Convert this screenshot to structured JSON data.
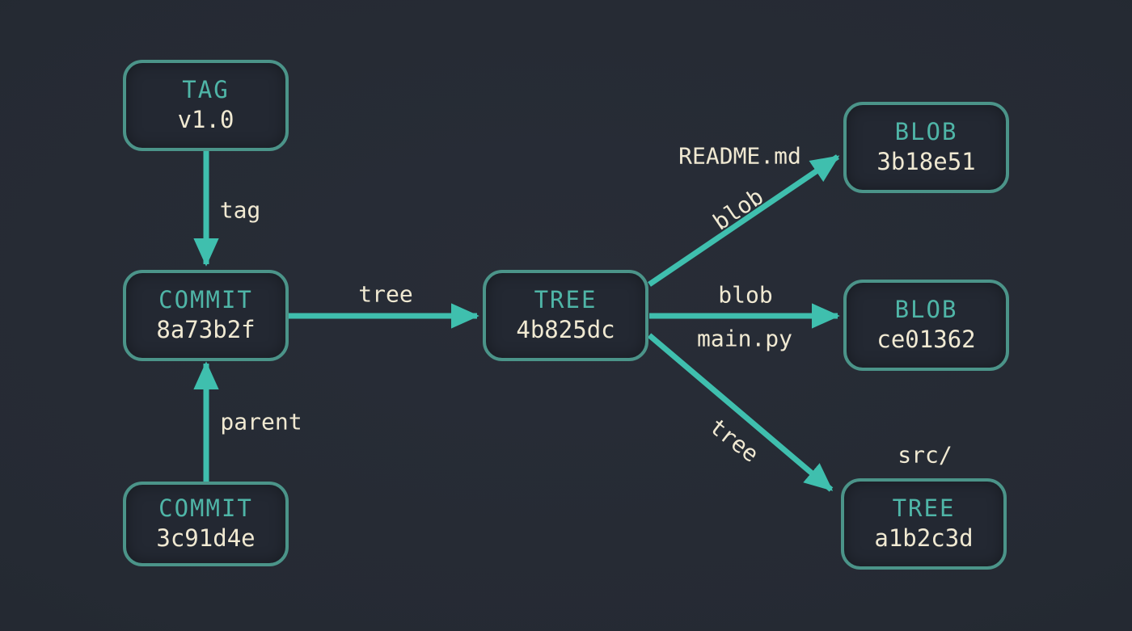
{
  "diagram": {
    "kind": "git-object-graph"
  },
  "colors": {
    "background": "#252a33",
    "background_center": "#282d37",
    "background_edge": "#1f242d",
    "box_fill": "#232832",
    "box_border": "#4b9489",
    "arrow": "#3fbfae",
    "type_text": "#4fb5a7",
    "value_text": "#f0e9d2"
  },
  "nodes": {
    "tag": {
      "type": "TAG",
      "id": "v1.0"
    },
    "commit_head": {
      "type": "COMMIT",
      "id": "8a73b2f"
    },
    "commit_parent": {
      "type": "COMMIT",
      "id": "3c91d4e"
    },
    "tree_root": {
      "type": "TREE",
      "id": "4b825dc"
    },
    "blob_readme": {
      "type": "BLOB",
      "id": "3b18e51"
    },
    "blob_main": {
      "type": "BLOB",
      "id": "ce01362"
    },
    "tree_src": {
      "type": "TREE",
      "id": "a1b2c3d"
    }
  },
  "edges": {
    "tag": {
      "label": "tag"
    },
    "tree": {
      "label": "tree"
    },
    "parent": {
      "label": "parent"
    },
    "blob_readme": {
      "label": "blob",
      "file": "README.md"
    },
    "blob_main": {
      "label": "blob",
      "file": "main.py"
    },
    "tree_src": {
      "label": "tree",
      "file": "src/"
    }
  }
}
